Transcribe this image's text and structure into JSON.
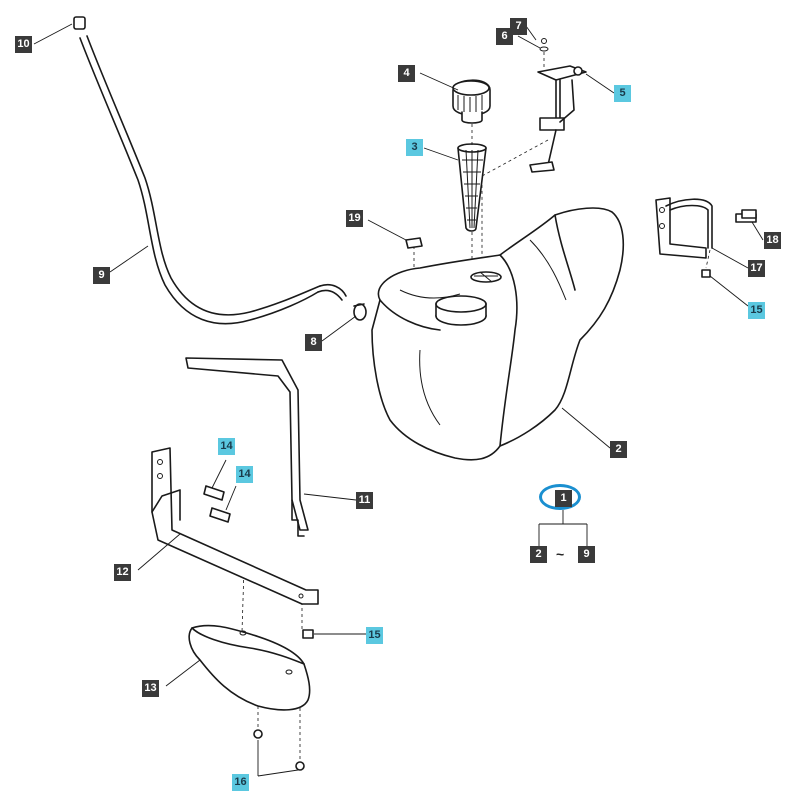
{
  "callouts": [
    {
      "id": "c10",
      "label": "10",
      "type": "dark"
    },
    {
      "id": "c7",
      "label": "7",
      "type": "dark"
    },
    {
      "id": "c6",
      "label": "6",
      "type": "dark"
    },
    {
      "id": "c4",
      "label": "4",
      "type": "dark"
    },
    {
      "id": "c5",
      "label": "5",
      "type": "accent"
    },
    {
      "id": "c3",
      "label": "3",
      "type": "accent"
    },
    {
      "id": "c19",
      "label": "19",
      "type": "dark"
    },
    {
      "id": "c18",
      "label": "18",
      "type": "dark"
    },
    {
      "id": "c17",
      "label": "17",
      "type": "dark"
    },
    {
      "id": "c15a",
      "label": "15",
      "type": "accent"
    },
    {
      "id": "c9",
      "label": "9",
      "type": "dark"
    },
    {
      "id": "c8",
      "label": "8",
      "type": "dark"
    },
    {
      "id": "c2",
      "label": "2",
      "type": "dark"
    },
    {
      "id": "c14a",
      "label": "14",
      "type": "accent"
    },
    {
      "id": "c14b",
      "label": "14",
      "type": "accent"
    },
    {
      "id": "c11",
      "label": "11",
      "type": "dark"
    },
    {
      "id": "c1",
      "label": "1",
      "type": "dark"
    },
    {
      "id": "c2r",
      "label": "2",
      "type": "dark"
    },
    {
      "id": "c9r",
      "label": "9",
      "type": "dark"
    },
    {
      "id": "c12",
      "label": "12",
      "type": "dark"
    },
    {
      "id": "c15b",
      "label": "15",
      "type": "accent"
    },
    {
      "id": "c13",
      "label": "13",
      "type": "dark"
    },
    {
      "id": "c16",
      "label": "16",
      "type": "accent"
    }
  ],
  "range_separator": "~",
  "colors": {
    "callout_dark": "#3a3a3a",
    "callout_accent": "#5bc8e0",
    "highlight_ring": "#1a8fd0"
  }
}
